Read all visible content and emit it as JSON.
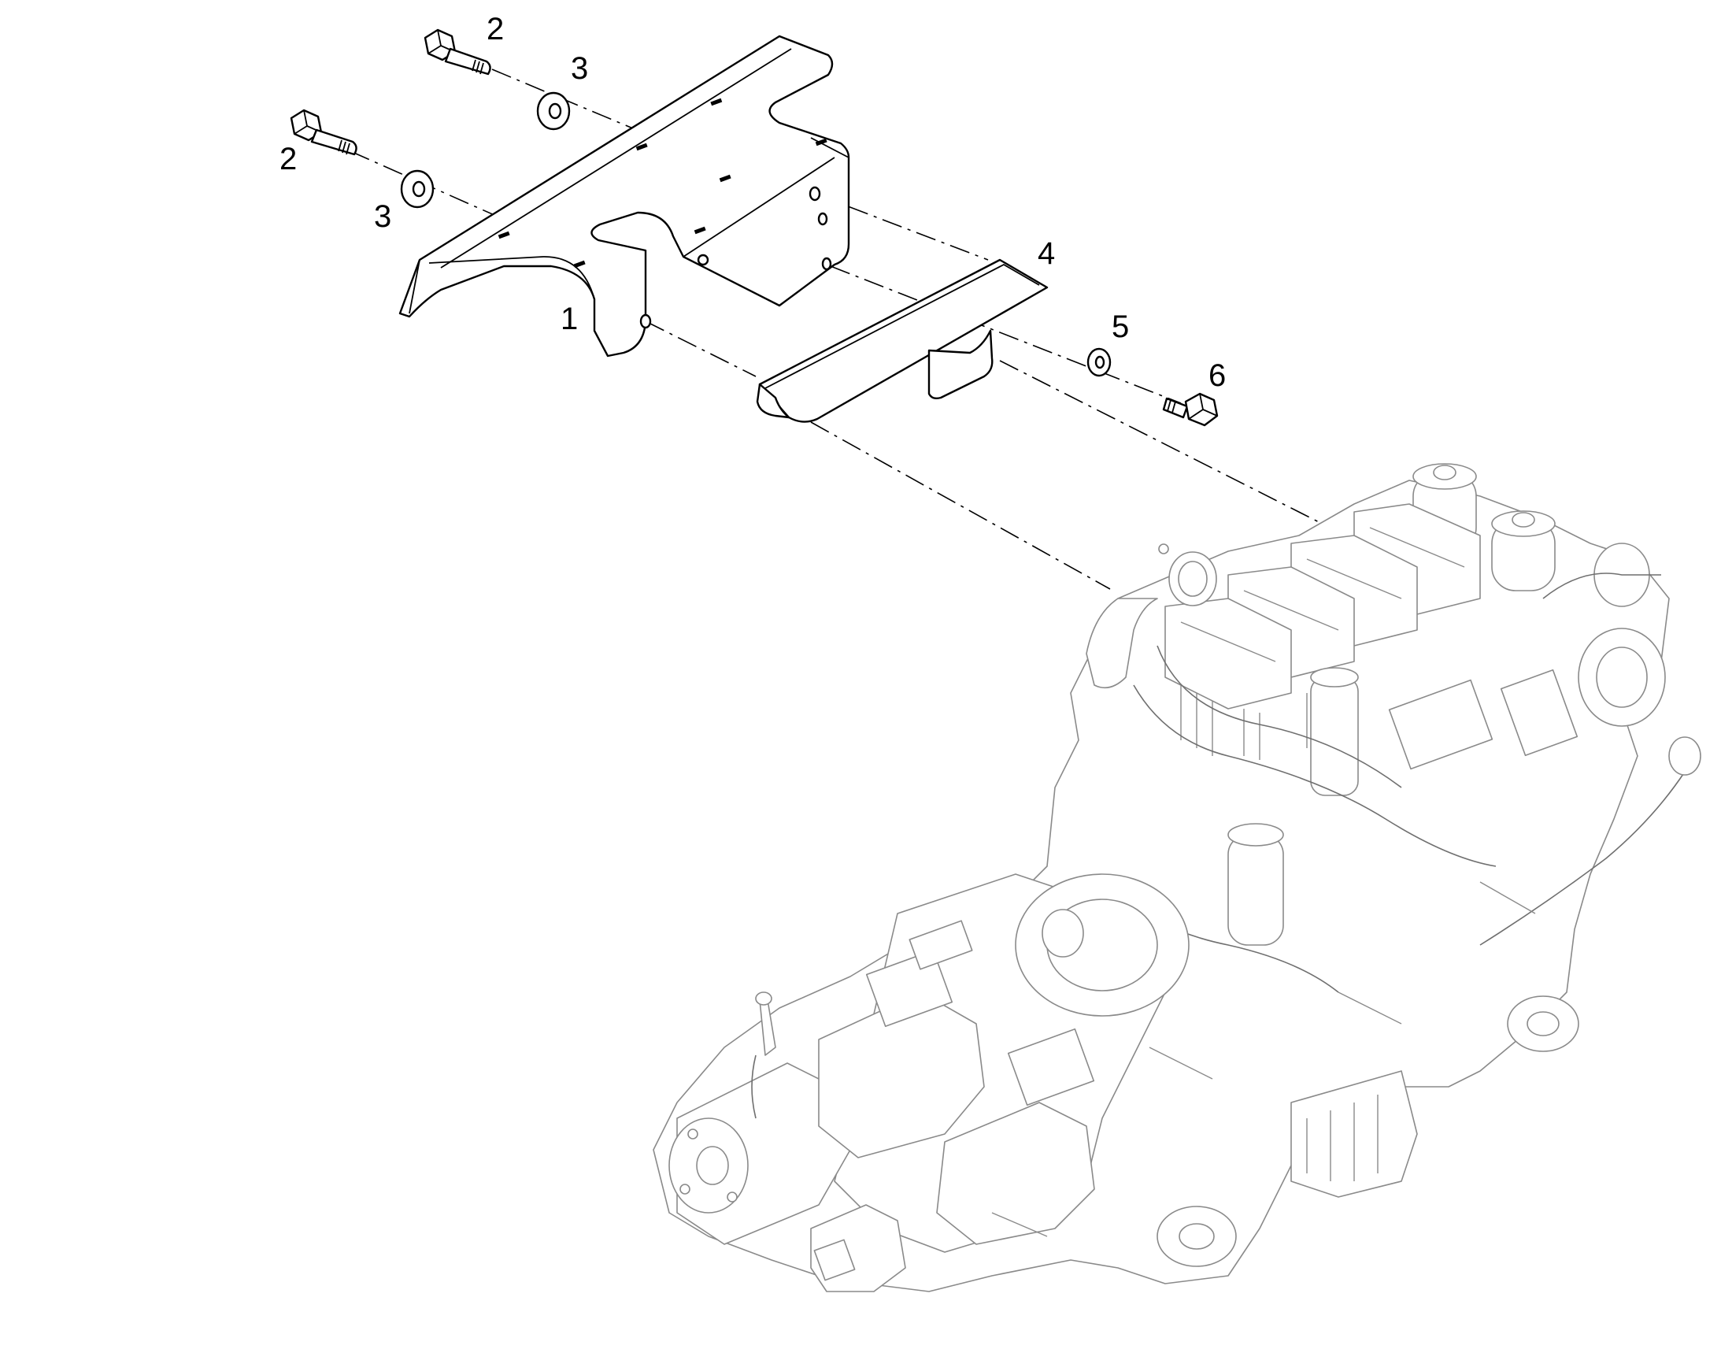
{
  "figure": {
    "parts": [
      {
        "id": "bracket",
        "callout": "1"
      },
      {
        "id": "bolt-left",
        "callout": "2"
      },
      {
        "id": "bolt-top",
        "callout": "2"
      },
      {
        "id": "washer-left",
        "callout": "3"
      },
      {
        "id": "washer-top",
        "callout": "3"
      },
      {
        "id": "plate",
        "callout": "4"
      },
      {
        "id": "washer-right",
        "callout": "5"
      },
      {
        "id": "bolt-right",
        "callout": "6"
      }
    ]
  }
}
